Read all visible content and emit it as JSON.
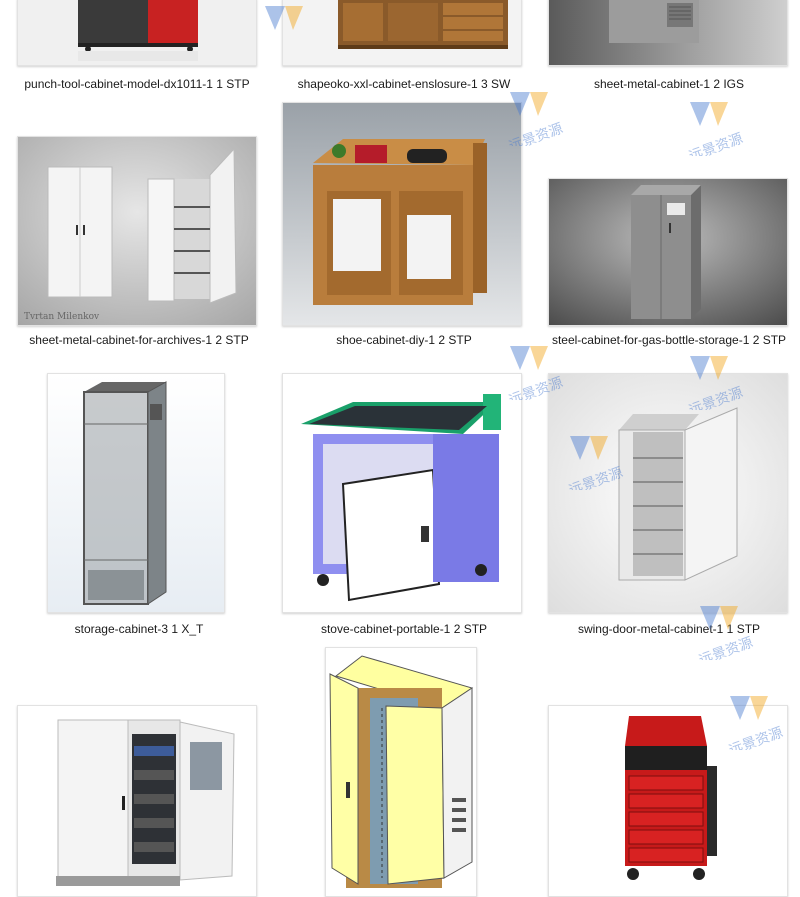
{
  "files": [
    {
      "label": "punch-tool-cabinet-model-dx1011-1 1 STP"
    },
    {
      "label": "shapeoko-xxl-cabinet-enslosure-1 3 SW"
    },
    {
      "label": "sheet-metal-cabinet-1 2 IGS"
    },
    {
      "label": "sheet-metal-cabinet-for-archives-1 2 STP"
    },
    {
      "label": "shoe-cabinet-diy-1 2 STP"
    },
    {
      "label": "steel-cabinet-for-gas-bottle-storage-1 2 STP"
    },
    {
      "label": "storage-cabinet-3 1 X_T"
    },
    {
      "label": "stove-cabinet-portable-1 2 STP"
    },
    {
      "label": "swing-door-metal-cabinet-1 1 STP"
    },
    {
      "label": ""
    },
    {
      "label": ""
    },
    {
      "label": ""
    }
  ],
  "thumb_texts": {
    "signature": "Tvrtan Milenkov"
  },
  "watermark": {
    "text": "远景资源",
    "color": "#4a7bd0"
  }
}
